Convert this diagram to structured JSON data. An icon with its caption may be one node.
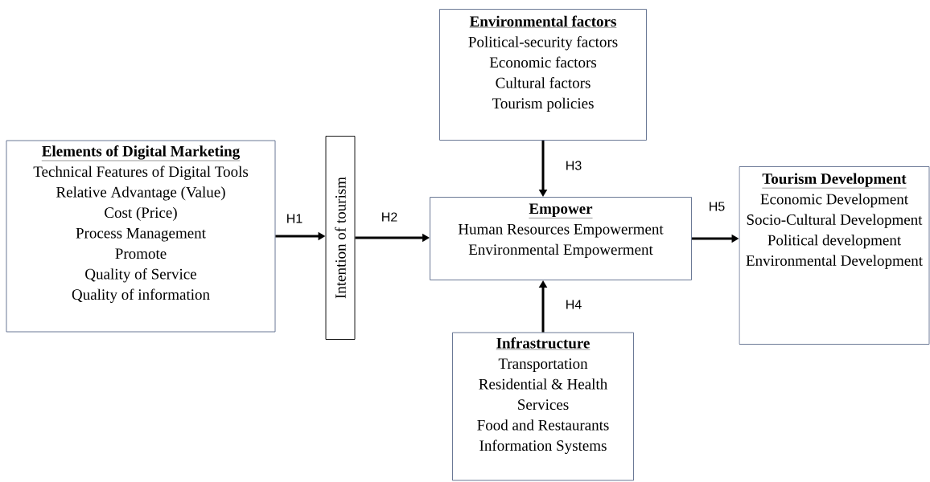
{
  "diagram": {
    "nodes": [
      {
        "text": [
          "Elements of Digital Marketing",
          "Technical Features of Digital Tools",
          "Relative Advantage (Value)",
          "Cost (Price)",
          "Process Management",
          "Promote",
          "Quality of Service",
          "Quality of information"
        ]
      },
      {
        "text": [
          "Intention of tourism"
        ]
      },
      {
        "text": [
          "Environmental factors",
          "Political-security factors",
          "Economic factors",
          "Cultural factors",
          "Tourism policies"
        ]
      },
      {
        "text": [
          "Empower",
          "Human Resources Empowerment",
          "Environmental Empowerment"
        ]
      },
      {
        "text": [
          "Infrastructure",
          "Transportation",
          "Residential & Health Services",
          "Food and Restaurants",
          "Information Systems"
        ]
      },
      {
        "text": [
          "Tourism Development",
          "Economic Development",
          "Socio-Cultural Development",
          "Political development",
          "Environmental Development"
        ]
      }
    ],
    "edges": [
      {
        "from": 0,
        "to": 1,
        "arrow": "to",
        "label": "H1"
      },
      {
        "from": 1,
        "to": 3,
        "arrow": "to",
        "label": "H2"
      },
      {
        "from": 2,
        "to": 3,
        "arrow": "to",
        "label": "H3"
      },
      {
        "from": 4,
        "to": 3,
        "arrow": "to",
        "label": "H4"
      },
      {
        "from": 3,
        "to": 5,
        "arrow": "to",
        "label": "H5"
      }
    ]
  }
}
